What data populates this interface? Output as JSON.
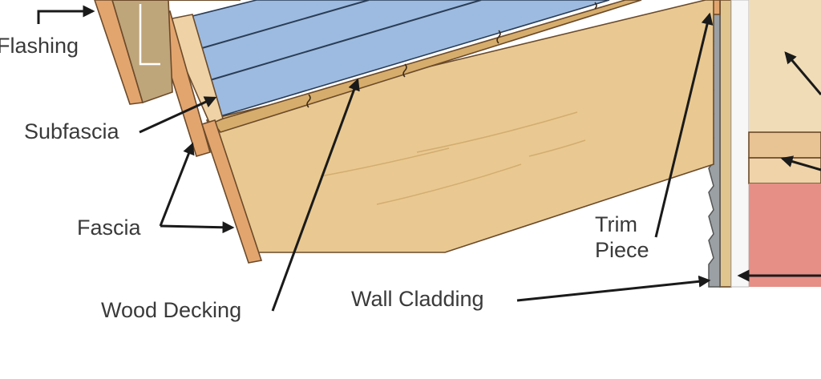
{
  "labels": {
    "flashing": "Flashing",
    "subfascia": "Subfascia",
    "fascia": "Fascia",
    "wood_decking": "Wood Decking",
    "wall_cladding": "Wall Cladding",
    "trim_line1": "Trim",
    "trim_line2": "Piece"
  },
  "colors": {
    "plywood": "#e9c991",
    "plywood_dark": "#d6ad6c",
    "underlayment": "#9dbbe0",
    "fascia_board": "#e3a56e",
    "subfascia_board": "#efd2a5",
    "drip_edge": "#bfa57a",
    "siding": "#9aa0a4",
    "insulation": "#e58f86",
    "wall_panel": "#f0dcb6",
    "arrow": "#1a1a1a",
    "text": "#3a3a3a"
  }
}
